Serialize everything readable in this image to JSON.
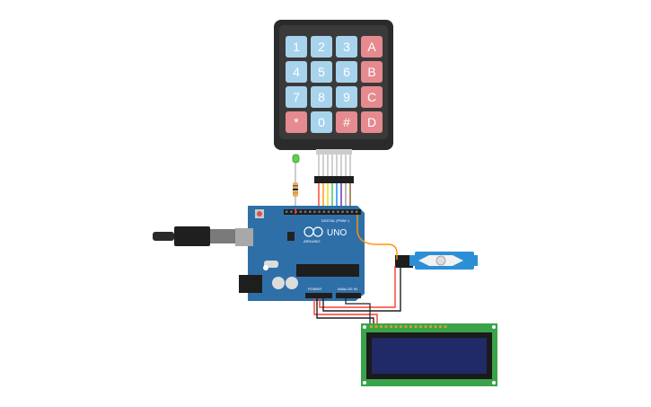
{
  "keypad": {
    "keys": [
      [
        "1",
        "2",
        "3",
        "A"
      ],
      [
        "4",
        "5",
        "6",
        "B"
      ],
      [
        "7",
        "8",
        "9",
        "C"
      ],
      [
        "*",
        "0",
        "#",
        "D"
      ]
    ],
    "number_color": "#a8d3ec",
    "letter_color": "#e58a8f",
    "frame_color": "#2b2b2b"
  },
  "arduino": {
    "model": "UNO",
    "brand": "ARDUINO",
    "digital_label": "DIGITAL (PWM~)",
    "power_label": "POWER",
    "analog_label": "ANALOG IN",
    "board_color": "#2f6fa8"
  },
  "led": {
    "color": "#5ed24a"
  },
  "lcd": {
    "pcb_color": "#3aa34a",
    "screen_color": "#1f2a66"
  },
  "servo": {
    "body_color": "#2c8fd6"
  },
  "wire_colors": [
    "#ff3b30",
    "#ff9500",
    "#f5d90a",
    "#34c759",
    "#0a84ff",
    "#5e2ca5",
    "#999999",
    "#8e5a2b"
  ]
}
